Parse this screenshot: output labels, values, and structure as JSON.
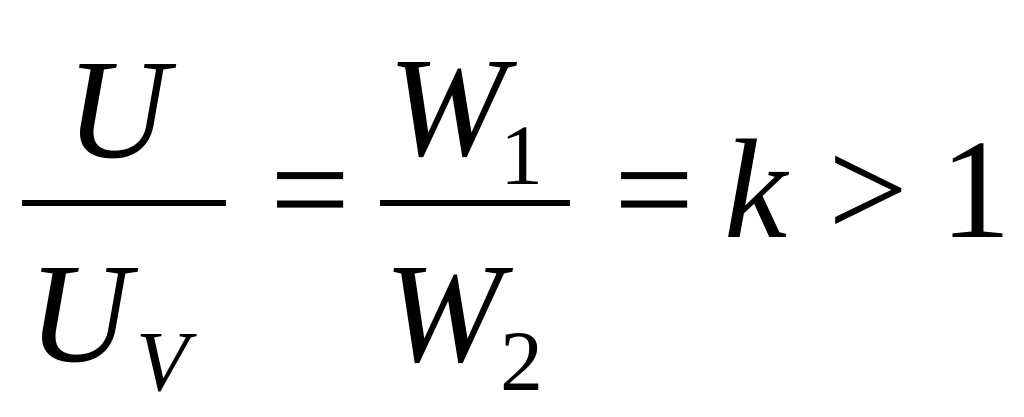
{
  "equation": {
    "frac1": {
      "numerator": "U",
      "denominator": "U",
      "denominator_sub": "V"
    },
    "eq1": "=",
    "frac2": {
      "numerator": "W",
      "numerator_sub": "1",
      "denominator": "W",
      "denominator_sub": "2"
    },
    "eq2": "=",
    "k": "k",
    "gt": ">",
    "one": "1"
  }
}
